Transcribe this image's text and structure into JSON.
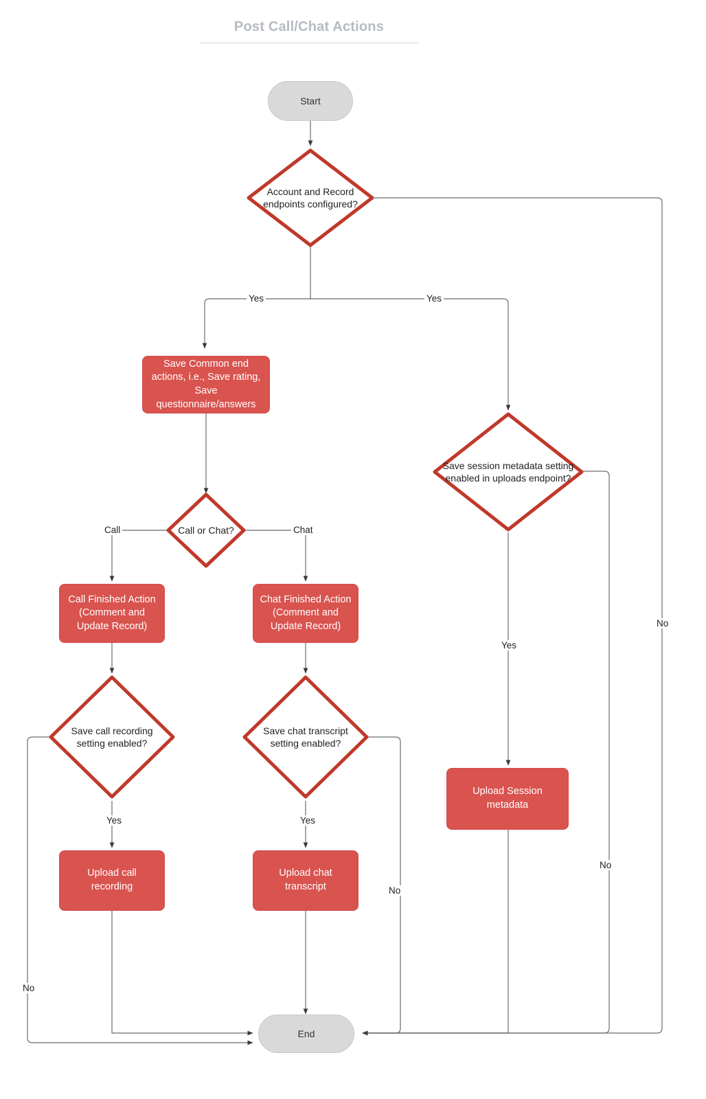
{
  "diagram": {
    "title": "Post Call/Chat Actions",
    "colors": {
      "process_fill": "#d9534f",
      "decision_stroke": "#c0392b",
      "terminator_fill": "#d9d9d9",
      "edge_stroke": "#6b6b6b",
      "title_color": "#b6bac2"
    },
    "nodes": [
      {
        "id": "start",
        "type": "terminator",
        "label": "Start"
      },
      {
        "id": "d-endpoints",
        "type": "decision",
        "label": "Account and Record endpoints configured?"
      },
      {
        "id": "p-common",
        "type": "process",
        "label": "Save Common end actions, i.e., Save rating, Save questionnaire/answers"
      },
      {
        "id": "d-callorchat",
        "type": "decision",
        "label": "Call or Chat?"
      },
      {
        "id": "p-callfinished",
        "type": "process",
        "label": "Call Finished Action (Comment and Update Record)"
      },
      {
        "id": "p-chatfinished",
        "type": "process",
        "label": "Chat Finished Action (Comment and Update Record)"
      },
      {
        "id": "d-callrec",
        "type": "decision",
        "label": "Save call recording setting enabled?"
      },
      {
        "id": "d-chattrans",
        "type": "decision",
        "label": "Save chat transcript setting enabled?"
      },
      {
        "id": "d-sessionmeta",
        "type": "decision",
        "label": "Save session metadata setting enabled in uploads endpoint?"
      },
      {
        "id": "p-uploadcall",
        "type": "process",
        "label": "Upload call recording"
      },
      {
        "id": "p-uploadchat",
        "type": "process",
        "label": "Upload chat transcript"
      },
      {
        "id": "p-uploadmeta",
        "type": "process",
        "label": "Upload Session metadata"
      },
      {
        "id": "end",
        "type": "terminator",
        "label": "End"
      }
    ],
    "edge_labels": [
      {
        "id": "yes-left",
        "text": "Yes"
      },
      {
        "id": "yes-right",
        "text": "Yes"
      },
      {
        "id": "call",
        "text": "Call"
      },
      {
        "id": "chat",
        "text": "Chat"
      },
      {
        "id": "yes-callrec",
        "text": "Yes"
      },
      {
        "id": "yes-chattrans",
        "text": "Yes"
      },
      {
        "id": "yes-sessionmeta",
        "text": "Yes"
      },
      {
        "id": "no-callrec",
        "text": "No"
      },
      {
        "id": "no-chattrans",
        "text": "No"
      },
      {
        "id": "no-sessionmeta",
        "text": "No"
      },
      {
        "id": "no-endpoints",
        "text": "No"
      }
    ]
  }
}
